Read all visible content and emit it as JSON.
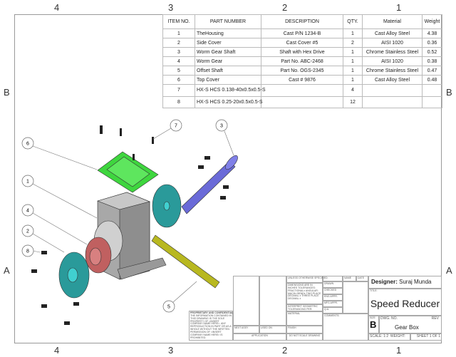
{
  "zones": {
    "top": [
      "4",
      "3",
      "2",
      "1"
    ],
    "bottom": [
      "4",
      "3",
      "2",
      "1"
    ],
    "left": [
      "B",
      "A"
    ],
    "right": [
      "B",
      "A"
    ]
  },
  "bom": {
    "headers": [
      "ITEM NO.",
      "PART NUMBER",
      "DESCRIPTION",
      "QTY.",
      "Material",
      "Weight"
    ],
    "rows": [
      [
        "1",
        "TheHousing",
        "Cast P/N 1234-B",
        "1",
        "Cast Alloy Steel",
        "4.38"
      ],
      [
        "2",
        "Side Cover",
        "Cast Cover #5",
        "2",
        "AISI 1020",
        "0.36"
      ],
      [
        "3",
        "Worm Gear Shaft",
        "Shaft with Hex Drive",
        "1",
        "Chrome Stainless Steel",
        "0.52"
      ],
      [
        "4",
        "Worm Gear",
        "Part No. ABC-2468",
        "1",
        "AISI 1020",
        "0.38"
      ],
      [
        "5",
        "Offset Shaft",
        "Part No. OGS-2345",
        "1",
        "Chrome Stainless Steel",
        "0.47"
      ],
      [
        "6",
        "Top Cover",
        "Cast # 9876",
        "1",
        "Cast Alloy Steel",
        "0.48"
      ],
      [
        "7",
        "HX-S HCS 0.138-40x0.5x0.5-S",
        "",
        "4",
        "",
        ""
      ],
      [
        "8",
        "HX-S HCS 0.25-20x0.5x0.5-S",
        "",
        "12",
        "",
        ""
      ]
    ]
  },
  "balloons": [
    "6",
    "7",
    "3",
    "1",
    "4",
    "2",
    "8",
    "5"
  ],
  "part_colors": {
    "housing": "#a8a8a8",
    "top_cover": "#3ed63e",
    "worm_shaft": "#6a6ad8",
    "side_cover": "#2a9a9a",
    "worm_gear": "#c06060",
    "offset_shaft": "#b8b820"
  },
  "title_block": {
    "unless": "UNLESS OTHERWISE SPECIFIED:",
    "dims": "DIMENSIONS ARE IN INCHES TOLERANCES: FRACTIONAL± ANGULAR: MACH± BEND± TWO PLACE DECIMAL ± THREE PLACE DECIMAL ±",
    "interpret": "INTERPRET GEOMETRIC TOLERANCING PER:",
    "material": "MATERIAL",
    "finish": "FINISH",
    "no_scale": "DO NOT SCALE DRAWING",
    "next_assy": "NEXT ASSY",
    "used_on": "USED ON",
    "application": "APPLICATION",
    "name": "NAME",
    "date": "DATE",
    "drawn": "DRAWN",
    "checked": "CHECKED",
    "eng_appr": "ENG APPR.",
    "mfg_appr": "MFG APPR.",
    "qa": "Q.A.",
    "comments": "COMMENTS:",
    "proprietary_title": "PROPRIETARY AND CONFIDENTIAL",
    "proprietary_text": "THE INFORMATION CONTAINED IN THIS DRAWING IS THE SOLE PROPERTY OF <INSERT COMPANY NAME HERE>. ANY REPRODUCTION IN PART OR AS A WHOLE WITHOUT THE WRITTEN PERMISSION OF <INSERT COMPANY NAME HERE> IS PROHIBITED.",
    "designer_label": "Designer:",
    "designer": "Suraj Munda",
    "title_label": "TITLE:",
    "title": "Speed Reducer",
    "size_label": "SIZE",
    "size": "B",
    "dwg_label": "DWG.  NO.",
    "dwg_no": "Gear Box",
    "rev_label": "REV",
    "scale": "SCALE: 1:2",
    "weight": "WEIGHT:",
    "sheet": "SHEET 1 OF 1"
  }
}
